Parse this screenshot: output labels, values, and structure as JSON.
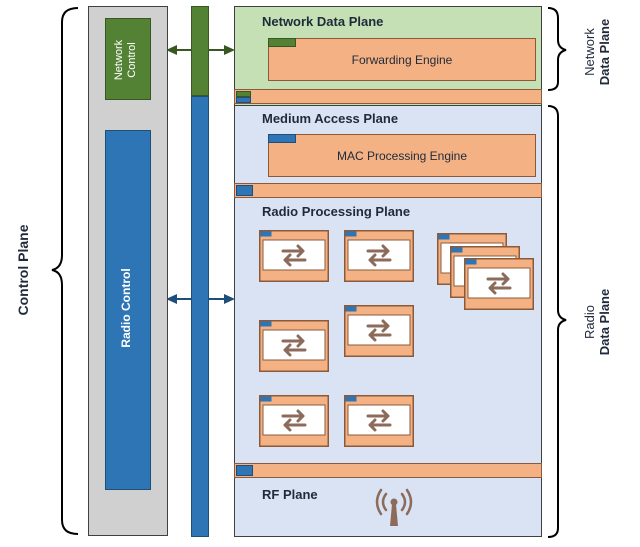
{
  "labels": {
    "control_plane": "Control Plane",
    "network_control": "Network Control",
    "radio_control": "Radio Control",
    "network_data_plane_side": "Network Data Plane",
    "radio_data_plane_side": "Radio Data Plane",
    "network_data_plane": "Network Data Plane",
    "forwarding_engine": "Forwarding Engine",
    "medium_access_plane": "Medium Access Plane",
    "mac_processing_engine": "MAC Processing Engine",
    "radio_processing_plane": "Radio Processing Plane",
    "rf_plane": "RF Plane"
  },
  "side_labels": {
    "network": [
      "Network",
      "Data Plane"
    ],
    "radio": [
      "Radio",
      "Data Plane"
    ]
  },
  "network_control_lines": [
    "Network",
    "Control"
  ],
  "colors": {
    "network_green": "#548235",
    "network_bg": "#c5e0b4",
    "radio_blue": "#2e75b6",
    "data_bg": "#dae3f3",
    "control_gray": "#d0d0d0",
    "engine_orange": "#f4b183",
    "arrow_peach": "#f8cbad"
  },
  "icons": [
    "swap-arrows-icon",
    "antenna-icon"
  ]
}
